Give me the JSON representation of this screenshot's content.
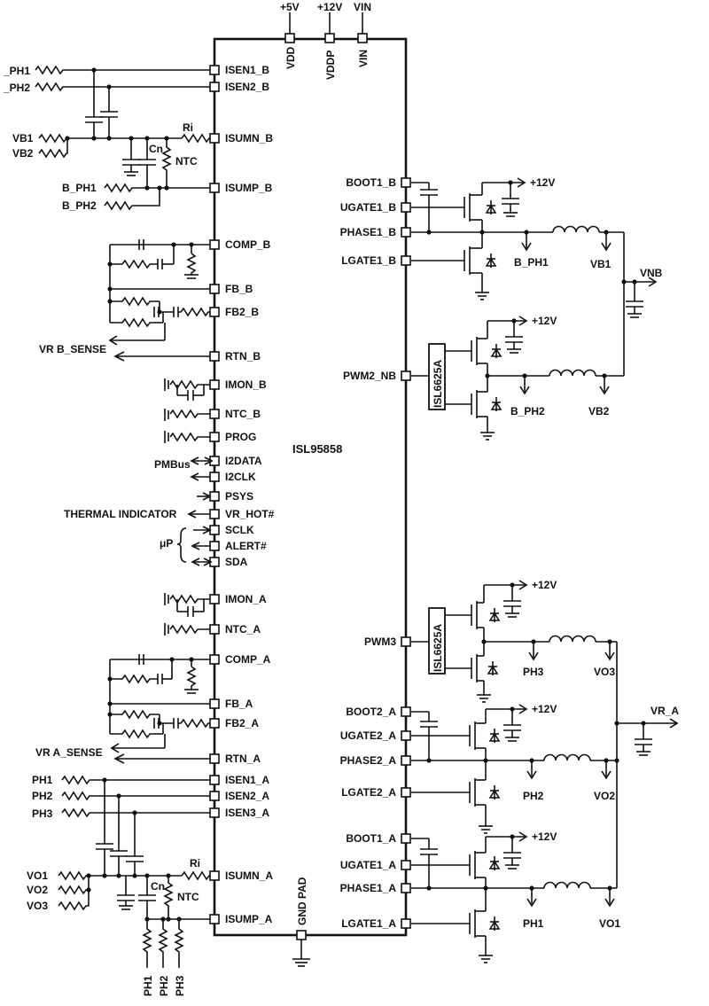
{
  "chip": {
    "name": "ISL95858",
    "driver_label": "ISL6625A",
    "gnd_pad": "GND PAD",
    "top_pins": [
      {
        "pin": "VDD",
        "net": "+5V"
      },
      {
        "pin": "VDDP",
        "net": "+12V"
      },
      {
        "pin": "VIN",
        "net": "VIN"
      }
    ],
    "left_pins": [
      {
        "id": "isen1b",
        "label": "ISEN1_B"
      },
      {
        "id": "isen2b",
        "label": "ISEN2_B"
      },
      {
        "id": "isumnb",
        "label": "ISUMN_B"
      },
      {
        "id": "isumpb",
        "label": "ISUMP_B"
      },
      {
        "id": "compb",
        "label": "COMP_B"
      },
      {
        "id": "fbb",
        "label": "FB_B"
      },
      {
        "id": "fb2b",
        "label": "FB2_B"
      },
      {
        "id": "rtnb",
        "label": "RTN_B"
      },
      {
        "id": "imonb",
        "label": "IMON_B"
      },
      {
        "id": "ntcb",
        "label": "NTC_B"
      },
      {
        "id": "prog",
        "label": "PROG"
      },
      {
        "id": "i2data",
        "label": "I2DATA"
      },
      {
        "id": "i2clk",
        "label": "I2CLK"
      },
      {
        "id": "psys",
        "label": "PSYS"
      },
      {
        "id": "vrhot",
        "label": "VR_HOT#"
      },
      {
        "id": "sclk",
        "label": "SCLK"
      },
      {
        "id": "alert",
        "label": "ALERT#"
      },
      {
        "id": "sda",
        "label": "SDA"
      },
      {
        "id": "imona",
        "label": "IMON_A"
      },
      {
        "id": "ntca",
        "label": "NTC_A"
      },
      {
        "id": "compa",
        "label": "COMP_A"
      },
      {
        "id": "fba",
        "label": "FB_A"
      },
      {
        "id": "fb2a",
        "label": "FB2_A"
      },
      {
        "id": "rtna",
        "label": "RTN_A"
      },
      {
        "id": "isen1a",
        "label": "ISEN1_A"
      },
      {
        "id": "isen2a",
        "label": "ISEN2_A"
      },
      {
        "id": "isen3a",
        "label": "ISEN3_A"
      },
      {
        "id": "isumna",
        "label": "ISUMN_A"
      },
      {
        "id": "isumpa",
        "label": "ISUMP_A"
      }
    ],
    "right_pins": [
      {
        "id": "boot1b",
        "label": "BOOT1_B"
      },
      {
        "id": "ugate1b",
        "label": "UGATE1_B"
      },
      {
        "id": "phase1b",
        "label": "PHASE1_B"
      },
      {
        "id": "lgate1b",
        "label": "LGATE1_B"
      },
      {
        "id": "pwm2nb",
        "label": "PWM2_NB"
      },
      {
        "id": "pwm3",
        "label": "PWM3"
      },
      {
        "id": "boot2a",
        "label": "BOOT2_A"
      },
      {
        "id": "ugate2a",
        "label": "UGATE2_A"
      },
      {
        "id": "phase2a",
        "label": "PHASE2_A"
      },
      {
        "id": "lgate2a",
        "label": "LGATE2_A"
      },
      {
        "id": "boot1a",
        "label": "BOOT1_A"
      },
      {
        "id": "ugate1a",
        "label": "UGATE1_A"
      },
      {
        "id": "phase1a",
        "label": "PHASE1_A"
      },
      {
        "id": "lgate1a",
        "label": "LGATE1_A"
      }
    ]
  },
  "nets": {
    "ph1_b_in": "_PH1",
    "ph2_b_in": "_PH2",
    "vb1": "VB1",
    "vb2": "VB2",
    "b_ph1": "B_PH1",
    "b_ph2": "B_PH2",
    "ri": "Ri",
    "cn": "Cn",
    "ntc": "NTC",
    "vr_b_sense": "VR B_SENSE",
    "pmbus": "PMBus",
    "thermal": "THERMAL INDICATOR",
    "up": "μP",
    "vr_a_sense": "VR A_SENSE",
    "ph1": "PH1",
    "ph2": "PH2",
    "ph3": "PH3",
    "vo1": "VO1",
    "vo2": "VO2",
    "vo3": "VO3",
    "p12v": "+12V",
    "vnb": "VNB",
    "vr_a": "VR_A"
  }
}
